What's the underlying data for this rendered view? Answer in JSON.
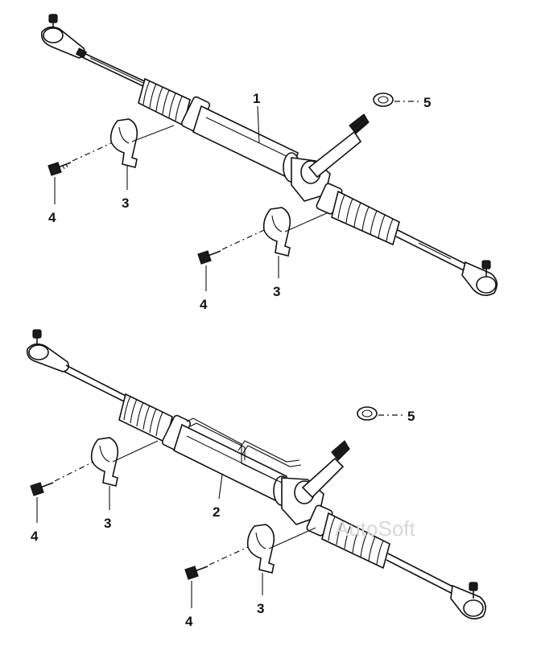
{
  "upper_assembly": {
    "callouts": {
      "rack": "1",
      "bracket_left": "3",
      "bracket_right": "3",
      "bolt_left": "4",
      "bolt_right": "4",
      "seal": "5"
    }
  },
  "lower_assembly": {
    "callouts": {
      "rack": "2",
      "bracket_left": "3",
      "bracket_right": "3",
      "bolt_left": "4",
      "bolt_right": "4",
      "seal": "5"
    }
  },
  "watermark": "AutoSoft"
}
